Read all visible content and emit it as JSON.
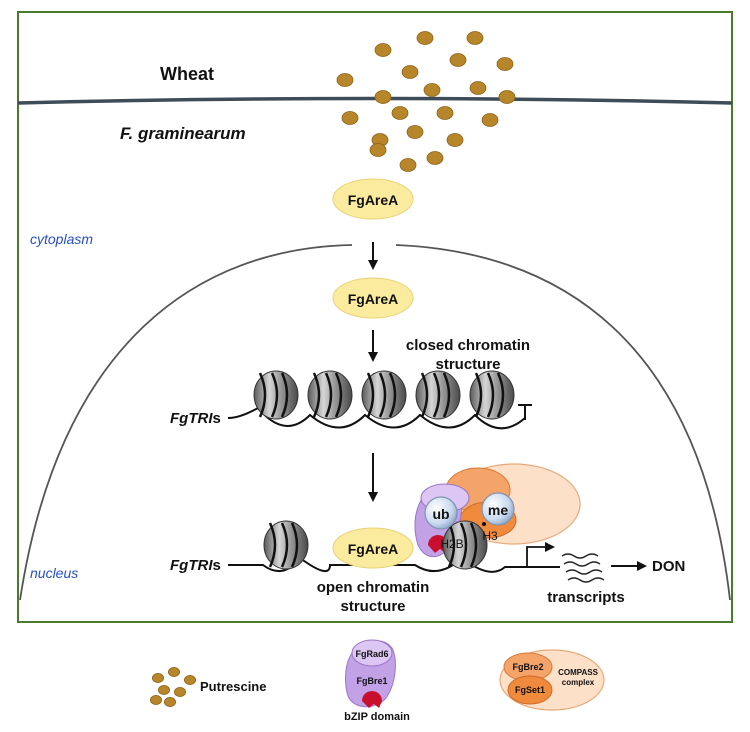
{
  "labels": {
    "wheat": "Wheat",
    "organism": "F. graminearum",
    "cytoplasm": "cytoplasm",
    "nucleus": "nucleus",
    "protein": "FgAreA",
    "closed_chromatin": [
      "closed chromatin",
      "structure"
    ],
    "open_chromatin": [
      "open chromatin",
      "structure"
    ],
    "gene_prefix": "FgTRI",
    "gene_suffix": "s",
    "ub": "ub",
    "me": "me",
    "h2b": "H2B",
    "h3": "H3",
    "transcripts": "transcripts",
    "don": "DON"
  },
  "legend": {
    "putrescine": "Putrescine",
    "fgrad6": "FgRad6",
    "fgbre1": "FgBre1",
    "bzip": "bZIP domain",
    "fgbre2": "FgBre2",
    "fgset1": "FgSet1",
    "compass": [
      "COMPASS",
      "complex"
    ]
  },
  "colors": {
    "frame": "#4a7a2c",
    "wheat_line": "#3e4c57",
    "putrescine": "#b8862a",
    "fgarea_fill": "#fbeb9e",
    "purple": "#c3a1e6",
    "red": "#c8102e",
    "orange": "#f4a468",
    "peach": "#fde0c8",
    "blue_text": "#2a4fc4"
  }
}
